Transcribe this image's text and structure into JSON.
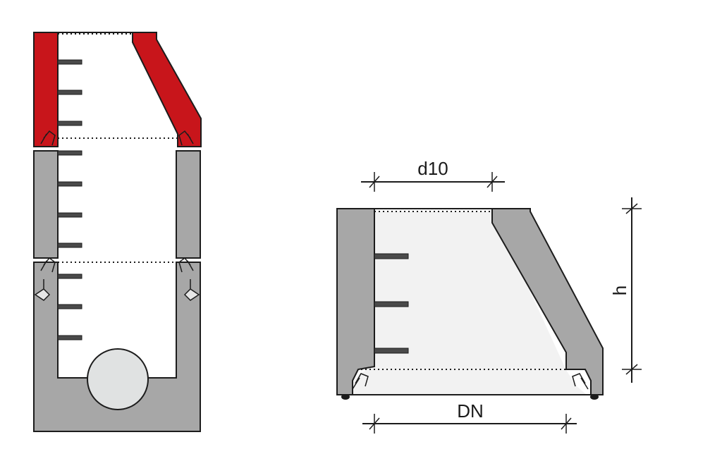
{
  "diagram": {
    "labels": {
      "top_diameter": "d10",
      "height": "h",
      "nominal_diameter": "DN"
    },
    "colors": {
      "cone_highlight": "#c8151b",
      "concrete": "#a7a7a7",
      "interior": "#f2f2f2",
      "pipe": "#e0e2e2",
      "outline": "#1c1c1c",
      "step": "#4a4a4a"
    }
  }
}
